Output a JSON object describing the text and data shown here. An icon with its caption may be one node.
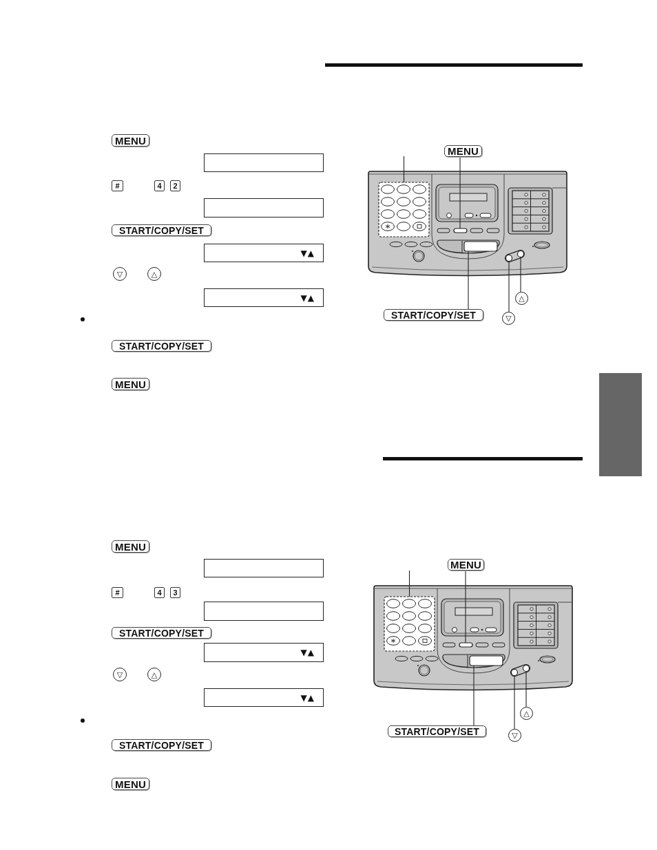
{
  "diagram": {
    "nodes": [
      {
        "text": [
          "MENU"
        ]
      },
      {
        "text": [],
        "shape": "box"
      },
      {
        "text": [
          "#"
        ]
      },
      {
        "text": [
          "4"
        ]
      },
      {
        "text": [
          "2"
        ]
      },
      {
        "text": [],
        "shape": "box"
      },
      {
        "text": [
          "START/COPY/SET"
        ]
      },
      {
        "text": [
          "▼▲"
        ]
      },
      {
        "text": [
          "▽"
        ]
      },
      {
        "text": [
          "△"
        ]
      },
      {
        "text": [
          "▼▲"
        ]
      },
      {
        "text": [
          "START/COPY/SET"
        ]
      },
      {
        "text": [
          "MENU"
        ]
      },
      {
        "text": [
          "MENU"
        ]
      },
      {
        "text": [],
        "shape": "picture"
      },
      {
        "text": [],
        "shape": "box",
        "in": 14
      },
      {
        "text": [],
        "shape": "box",
        "in": 14
      },
      {
        "text": [],
        "shape": "box",
        "in": 14
      },
      {
        "text": [],
        "shape": "circle",
        "in": 14
      },
      {
        "text": [],
        "shape": "circle",
        "in": 14
      },
      {
        "text": [
          "△"
        ]
      },
      {
        "text": [
          "START/COPY/SET"
        ]
      },
      {
        "text": [
          "▽"
        ]
      },
      {
        "text": [],
        "shape": "bar"
      },
      {
        "text": [
          "MENU"
        ]
      },
      {
        "text": [],
        "shape": "box"
      },
      {
        "text": [
          "#"
        ]
      },
      {
        "text": [
          "4"
        ]
      },
      {
        "text": [
          "3"
        ]
      },
      {
        "text": [],
        "shape": "box"
      },
      {
        "text": [
          "START/COPY/SET"
        ]
      },
      {
        "text": [
          "▼▲"
        ]
      },
      {
        "text": [
          "▽"
        ]
      },
      {
        "text": [
          "△"
        ]
      },
      {
        "text": [
          "▼▲"
        ]
      },
      {
        "text": [
          "START/COPY/SET"
        ]
      },
      {
        "text": [
          "MENU"
        ]
      },
      {
        "text": [
          "MENU"
        ]
      },
      {
        "text": [],
        "shape": "picture"
      },
      {
        "text": [],
        "shape": "box",
        "in": 38
      },
      {
        "text": [],
        "shape": "box",
        "in": 38
      },
      {
        "text": [],
        "shape": "box",
        "in": 38
      },
      {
        "text": [],
        "shape": "circle",
        "in": 38
      },
      {
        "text": [],
        "shape": "circle",
        "in": 38
      },
      {
        "text": [
          "△"
        ]
      },
      {
        "text": [
          "START/COPY/SET"
        ]
      },
      {
        "text": [
          "▽"
        ]
      }
    ],
    "edges": [
      {
        "from": null,
        "to": 15,
        "arrow": "none"
      },
      {
        "from": 13,
        "to": 16,
        "arrow": "none"
      },
      {
        "from": 20,
        "to": 19,
        "arrow": "none"
      },
      {
        "from": 21,
        "to": 17,
        "arrow": "none"
      },
      {
        "from": 22,
        "to": 18,
        "arrow": "none"
      },
      {
        "from": null,
        "to": 39,
        "arrow": "none"
      },
      {
        "from": 37,
        "to": 40,
        "arrow": "none"
      },
      {
        "from": 44,
        "to": 43,
        "arrow": "none"
      },
      {
        "from": 45,
        "to": 41,
        "arrow": "none"
      },
      {
        "from": 46,
        "to": 42,
        "arrow": "none"
      }
    ]
  }
}
